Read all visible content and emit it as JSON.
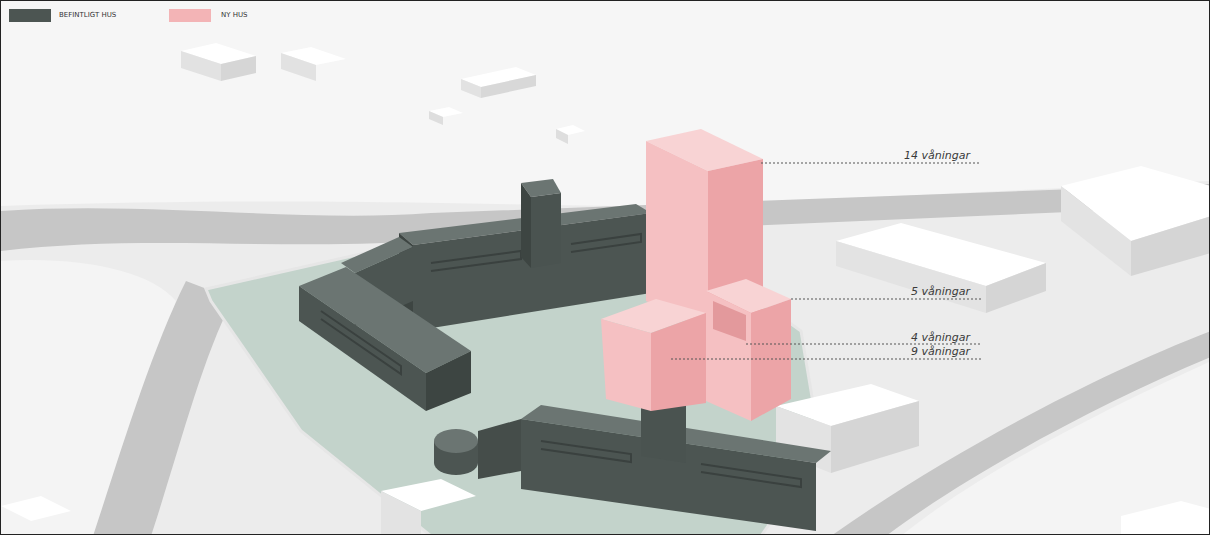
{
  "diagram": {
    "labels": [
      "14 våningar",
      "5 våningar",
      "4 våningar",
      "9 våningar"
    ],
    "legend": [
      {
        "text": "BEFINTLIGT HUS",
        "color": "#4c5552"
      },
      {
        "text": "NY HUS",
        "color": "#f3b4b6"
      }
    ]
  }
}
